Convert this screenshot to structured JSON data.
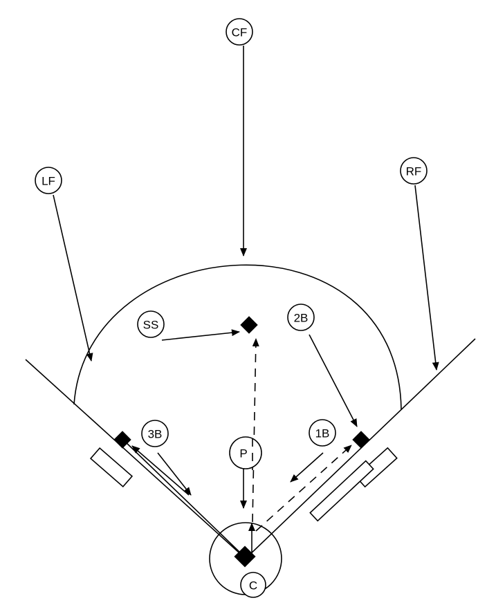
{
  "diagram": {
    "players": {
      "cf": "CF",
      "lf": "LF",
      "rf": "RF",
      "ss": "SS",
      "second_base": "2B",
      "third_base": "3B",
      "first_base": "1B",
      "pitcher": "P",
      "catcher": "C"
    }
  }
}
